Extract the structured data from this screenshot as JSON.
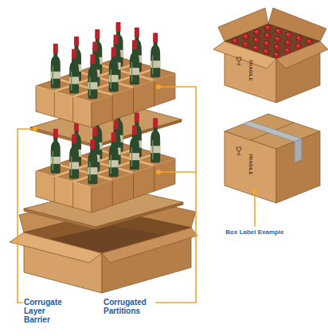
{
  "diagram": {
    "labels": [
      "Corrugate Layer Barrier",
      "Corrugated Partitions",
      "Box Label Example",
      "FRAGILE",
      "FRAGILE"
    ]
  }
}
